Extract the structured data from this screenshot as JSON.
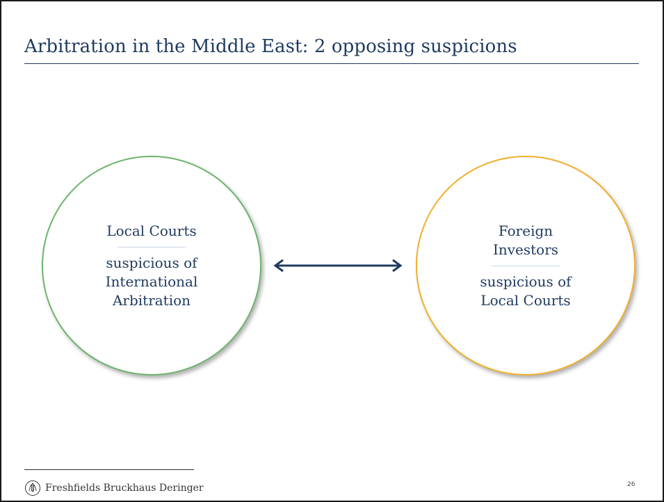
{
  "slide": {
    "title": "Arbitration in the Middle East: 2 opposing suspicions",
    "page_number": "26"
  },
  "left_circle": {
    "heading": "Local Courts",
    "description_lines": [
      "suspicious of",
      "International",
      "Arbitration"
    ],
    "border_color": "#6db56d"
  },
  "right_circle": {
    "heading_lines": [
      "Foreign",
      "Investors"
    ],
    "description_lines": [
      "suspicious of",
      "Local Courts"
    ],
    "border_color": "#f0b02a"
  },
  "connector": {
    "type": "double-headed-arrow",
    "color": "#1f3a5f"
  },
  "footer": {
    "logo_text": "Freshfields Bruckhaus Deringer",
    "logo_icon": "freshfields-crest-icon"
  },
  "colors": {
    "title": "#1f3a5f",
    "text": "#1f3a5f"
  }
}
